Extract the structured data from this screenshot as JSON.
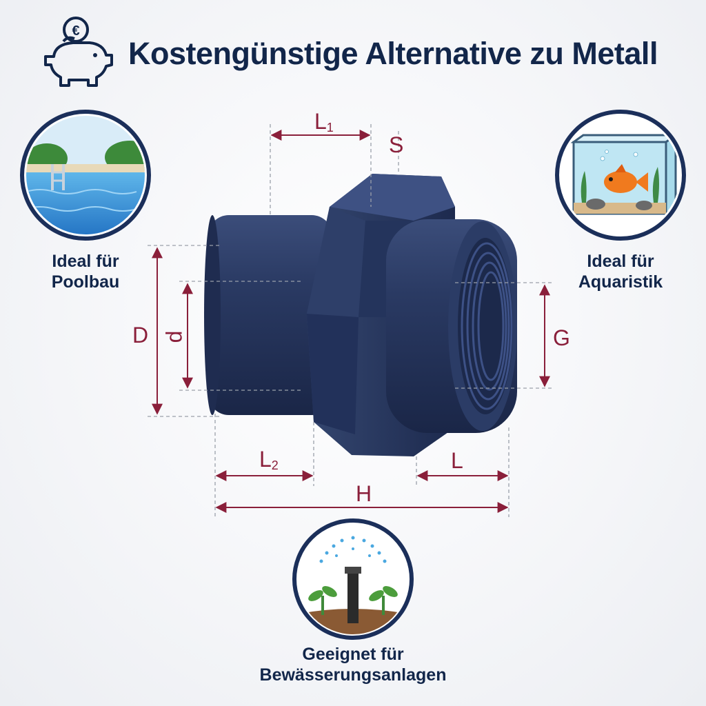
{
  "header": {
    "title": "Kostengünstige Alternative zu Metall",
    "icon": "piggy-bank-euro-icon",
    "currency_symbol": "€"
  },
  "applications": [
    {
      "id": "pool",
      "line1": "Ideal für",
      "line2": "Poolbau",
      "icon": "swimming-pool-icon"
    },
    {
      "id": "aquarium",
      "line1": "Ideal für",
      "line2": "Aquaristik",
      "icon": "aquarium-fish-icon"
    },
    {
      "id": "irrigation",
      "line1": "Geeignet für",
      "line2": "Bewässerungsanlagen",
      "icon": "sprinkler-plants-icon"
    }
  ],
  "dimensions": {
    "L1": {
      "main": "L",
      "sub": "1"
    },
    "S": "S",
    "D": "D",
    "d": "d",
    "G": "G",
    "L2": {
      "main": "L",
      "sub": "2"
    },
    "L": "L",
    "H": "H"
  },
  "colors": {
    "title": "#12264a",
    "dimension": "#8a1f3a",
    "fitting": "#2a3a63",
    "circle_border": "#1b2f5a"
  }
}
